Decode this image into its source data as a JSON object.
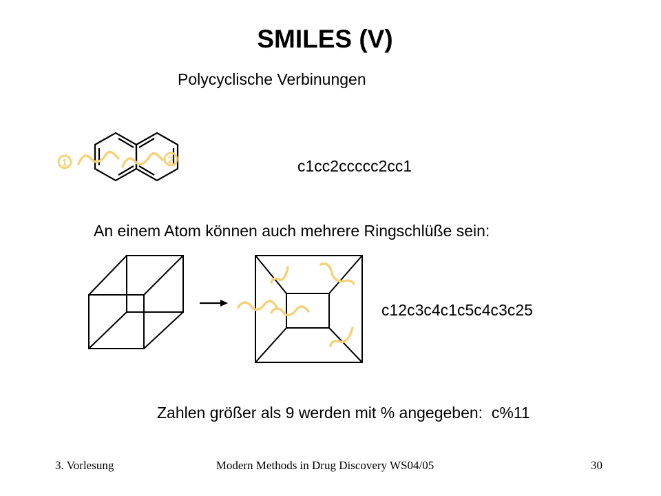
{
  "slide": {
    "title": "SMILES (V)",
    "subtitle": "Polycyclische Verbinungen",
    "naphthalene": {
      "smiles": "c1cc2ccccc2cc1",
      "ring_labels": [
        "1",
        "2"
      ],
      "accent_color": "#f5d27a"
    },
    "multiple_ring_closure_text": "An einem Atom können auch mehrere Ringschlüße sein:",
    "cubane": {
      "smiles": "c12c3c4c1c5c4c3c25"
    },
    "percent_note": "Zahlen größer als 9 werden mit % angegeben:  c%11"
  },
  "footer": {
    "left": "3. Vorlesung",
    "center": "Modern Methods in Drug Discovery WS04/05",
    "page": "30"
  }
}
